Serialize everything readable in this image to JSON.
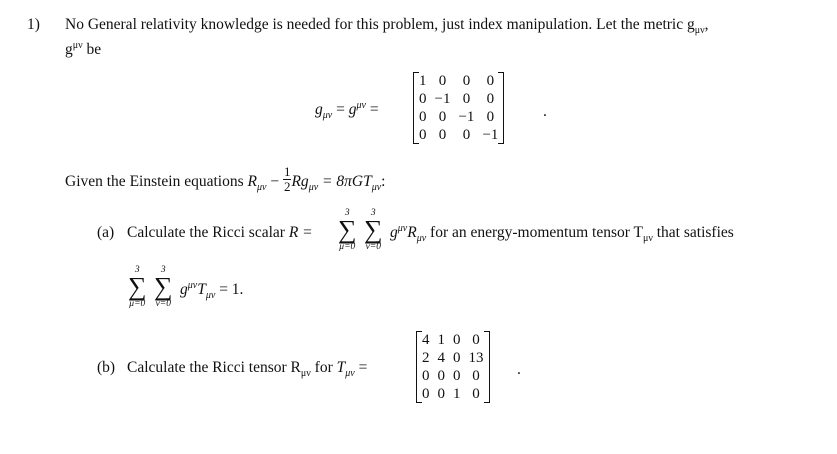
{
  "problem": {
    "number": "1)",
    "intro_line1": "No General relativity knowledge is needed for this problem, just index manipulation. Let the metric g",
    "intro_sub": "μν",
    "intro_end": ",",
    "intro_line2_g": "g",
    "intro_line2_sup": "μν",
    "intro_line2_rest": " be"
  },
  "metric_eq": {
    "lhs_g": "g",
    "lhs_sub": "μν",
    "eq1": " = ",
    "mid_g": "g",
    "mid_sup": "μν",
    "eq2": " =",
    "matrix": [
      [
        "1",
        "0",
        "0",
        "0"
      ],
      [
        "0",
        "−1",
        "0",
        "0"
      ],
      [
        "0",
        "0",
        "−1",
        "0"
      ],
      [
        "0",
        "0",
        "0",
        "−1"
      ]
    ],
    "trail": "."
  },
  "einstein": {
    "lead": "Given the Einstein equations ",
    "R": "R",
    "R_sub": "μν",
    "minus": " − ",
    "frac_num": "1",
    "frac_den": "2",
    "Rg": "Rg",
    "Rg_sub": "μν",
    "eq": " = 8πGT",
    "T_sub": "μν",
    "colon": ":"
  },
  "part_a": {
    "label": "(a)",
    "text1": "Calculate the Ricci scalar ",
    "R_eq": "R = ",
    "sum_top": "3",
    "sum_bottom_mu": "μ=0",
    "sum_bottom_nu": "ν=0",
    "g": "g",
    "g_sup": "μν",
    "Rterm": "R",
    "Rterm_sub": "μν",
    "text2": " for an energy-momentum tensor T",
    "text2_sub": "μν",
    "text3": " that satisfies",
    "cond_g": "g",
    "cond_sup": "μν",
    "cond_T": "T",
    "cond_sub": "μν",
    "cond_eq": " = 1."
  },
  "part_b": {
    "label": "(b)",
    "text1": "Calculate the Ricci tensor R",
    "text1_sub": "μν",
    "text2": " for ",
    "T": "T",
    "T_sub": "μν",
    "eq": " =",
    "matrix": [
      [
        "4",
        "1",
        "0",
        "0"
      ],
      [
        "2",
        "4",
        "0",
        "13"
      ],
      [
        "0",
        "0",
        "0",
        "0"
      ],
      [
        "0",
        "0",
        "1",
        "0"
      ]
    ],
    "trail": "."
  }
}
